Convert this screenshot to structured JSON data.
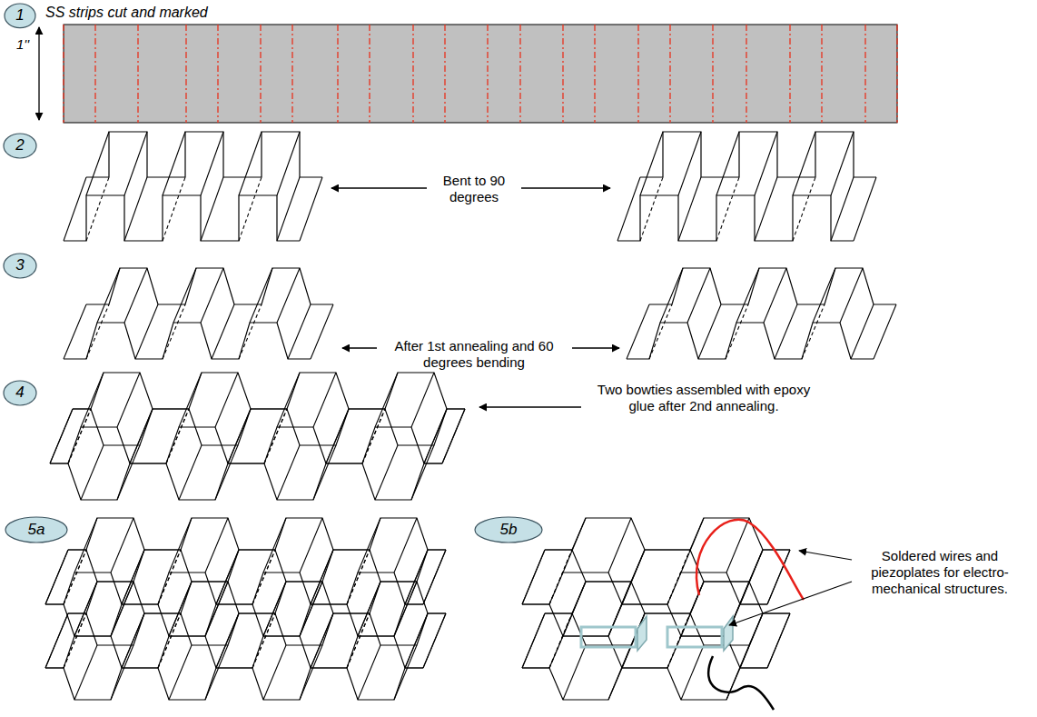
{
  "diagram": {
    "nodes": [
      {
        "text": [
          "1"
        ]
      },
      {
        "text": [
          "2"
        ]
      },
      {
        "text": [
          "3"
        ]
      },
      {
        "text": [
          "4"
        ]
      },
      {
        "text": [
          "5a"
        ]
      },
      {
        "text": [
          "5b"
        ]
      }
    ],
    "labels": [
      "SS strips cut and marked",
      "1''",
      "Bent to 90 degrees",
      "After 1st annealing and 60 degrees bending",
      "Two bowties assembled with epoxy glue after 2nd annealing.",
      "Soldered wires and piezoplates for electro-mechanical structures."
    ]
  }
}
